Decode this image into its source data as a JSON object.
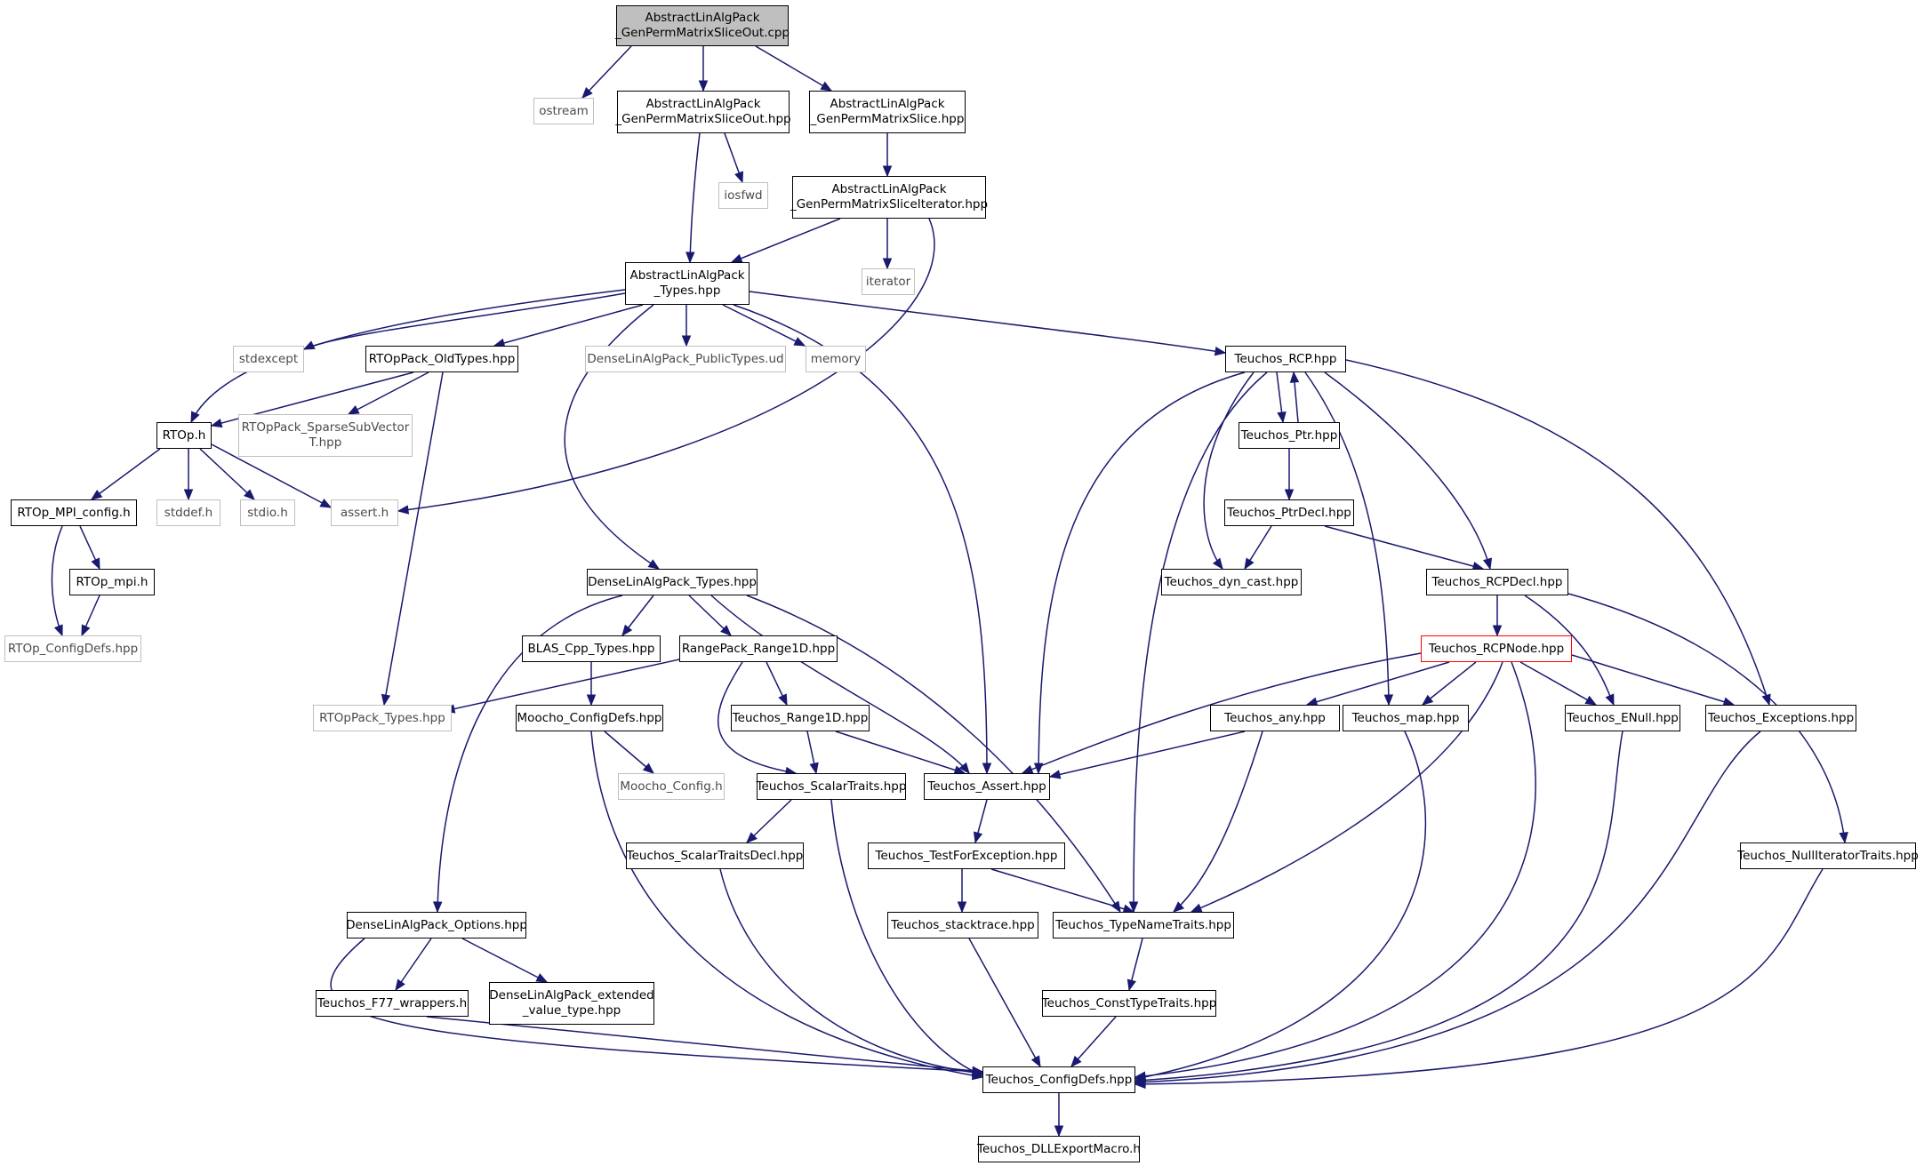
{
  "colors": {
    "edge": "#191970",
    "node_border": "#000000",
    "external_border": "#bfbfbf",
    "root_fill": "#bfbfbf",
    "highlight_border": "#ff0000"
  },
  "nodes": [
    {
      "id": "root",
      "lines": [
        "AbstractLinAlgPack",
        "_GenPermMatrixSliceOut.cpp"
      ],
      "kind": "root"
    },
    {
      "id": "ostream",
      "lines": [
        "ostream"
      ],
      "kind": "ext"
    },
    {
      "id": "out_hpp",
      "lines": [
        "AbstractLinAlgPack",
        "_GenPermMatrixSliceOut.hpp"
      ],
      "kind": "normal"
    },
    {
      "id": "slice_hpp",
      "lines": [
        "AbstractLinAlgPack",
        "_GenPermMatrixSlice.hpp"
      ],
      "kind": "normal"
    },
    {
      "id": "iosfwd",
      "lines": [
        "iosfwd"
      ],
      "kind": "ext"
    },
    {
      "id": "iter_hpp",
      "lines": [
        "AbstractLinAlgPack",
        "_GenPermMatrixSliceIterator.hpp"
      ],
      "kind": "normal"
    },
    {
      "id": "types_hpp",
      "lines": [
        "AbstractLinAlgPack",
        "_Types.hpp"
      ],
      "kind": "normal"
    },
    {
      "id": "iterator",
      "lines": [
        "iterator"
      ],
      "kind": "ext"
    },
    {
      "id": "stdexcept",
      "lines": [
        "stdexcept"
      ],
      "kind": "ext"
    },
    {
      "id": "rtop_oldtypes",
      "lines": [
        "RTOpPack_OldTypes.hpp"
      ],
      "kind": "normal"
    },
    {
      "id": "dense_public",
      "lines": [
        "DenseLinAlgPack_PublicTypes.ud"
      ],
      "kind": "ext"
    },
    {
      "id": "memory",
      "lines": [
        "memory"
      ],
      "kind": "ext"
    },
    {
      "id": "rcp_hpp",
      "lines": [
        "Teuchos_RCP.hpp"
      ],
      "kind": "normal"
    },
    {
      "id": "rtop_h",
      "lines": [
        "RTOp.h"
      ],
      "kind": "normal"
    },
    {
      "id": "sparse_sub",
      "lines": [
        "RTOpPack_SparseSubVector",
        "T.hpp"
      ],
      "kind": "ext"
    },
    {
      "id": "ptr_hpp",
      "lines": [
        "Teuchos_Ptr.hpp"
      ],
      "kind": "normal"
    },
    {
      "id": "mpi_config",
      "lines": [
        "RTOp_MPI_config.h"
      ],
      "kind": "normal"
    },
    {
      "id": "stddef",
      "lines": [
        "stddef.h"
      ],
      "kind": "ext"
    },
    {
      "id": "stdio",
      "lines": [
        "stdio.h"
      ],
      "kind": "ext"
    },
    {
      "id": "assert_h",
      "lines": [
        "assert.h"
      ],
      "kind": "ext"
    },
    {
      "id": "ptrdecl",
      "lines": [
        "Teuchos_PtrDecl.hpp"
      ],
      "kind": "normal"
    },
    {
      "id": "rtop_mpi",
      "lines": [
        "RTOp_mpi.h"
      ],
      "kind": "normal"
    },
    {
      "id": "dense_types",
      "lines": [
        "DenseLinAlgPack_Types.hpp"
      ],
      "kind": "normal"
    },
    {
      "id": "dyn_cast",
      "lines": [
        "Teuchos_dyn_cast.hpp"
      ],
      "kind": "normal"
    },
    {
      "id": "rcpdecl",
      "lines": [
        "Teuchos_RCPDecl.hpp"
      ],
      "kind": "normal"
    },
    {
      "id": "rtop_configdefs",
      "lines": [
        "RTOp_ConfigDefs.hpp"
      ],
      "kind": "ext"
    },
    {
      "id": "blas",
      "lines": [
        "BLAS_Cpp_Types.hpp"
      ],
      "kind": "normal"
    },
    {
      "id": "range1d_pack",
      "lines": [
        "RangePack_Range1D.hpp"
      ],
      "kind": "normal"
    },
    {
      "id": "rcpnode",
      "lines": [
        "Teuchos_RCPNode.hpp"
      ],
      "kind": "red"
    },
    {
      "id": "rtoppack_types",
      "lines": [
        "RTOpPack_Types.hpp"
      ],
      "kind": "ext"
    },
    {
      "id": "moocho_configdefs",
      "lines": [
        "Moocho_ConfigDefs.hpp"
      ],
      "kind": "normal"
    },
    {
      "id": "teuchos_range1d",
      "lines": [
        "Teuchos_Range1D.hpp"
      ],
      "kind": "normal"
    },
    {
      "id": "any",
      "lines": [
        "Teuchos_any.hpp"
      ],
      "kind": "normal"
    },
    {
      "id": "map",
      "lines": [
        "Teuchos_map.hpp"
      ],
      "kind": "normal"
    },
    {
      "id": "enull",
      "lines": [
        "Teuchos_ENull.hpp"
      ],
      "kind": "normal"
    },
    {
      "id": "exceptions",
      "lines": [
        "Teuchos_Exceptions.hpp"
      ],
      "kind": "normal"
    },
    {
      "id": "moocho_config",
      "lines": [
        "Moocho_Config.h"
      ],
      "kind": "ext"
    },
    {
      "id": "scalartraits",
      "lines": [
        "Teuchos_ScalarTraits.hpp"
      ],
      "kind": "normal"
    },
    {
      "id": "assert_hpp",
      "lines": [
        "Teuchos_Assert.hpp"
      ],
      "kind": "normal"
    },
    {
      "id": "scalartraitsdecl",
      "lines": [
        "Teuchos_ScalarTraitsDecl.hpp"
      ],
      "kind": "normal"
    },
    {
      "id": "testforexc",
      "lines": [
        "Teuchos_TestForException.hpp"
      ],
      "kind": "normal"
    },
    {
      "id": "nulliter",
      "lines": [
        "Teuchos_NullIteratorTraits.hpp"
      ],
      "kind": "normal"
    },
    {
      "id": "dense_options",
      "lines": [
        "DenseLinAlgPack_Options.hpp"
      ],
      "kind": "normal"
    },
    {
      "id": "stacktrace",
      "lines": [
        "Teuchos_stacktrace.hpp"
      ],
      "kind": "normal"
    },
    {
      "id": "typenametraits",
      "lines": [
        "Teuchos_TypeNameTraits.hpp"
      ],
      "kind": "normal"
    },
    {
      "id": "f77",
      "lines": [
        "Teuchos_F77_wrappers.h"
      ],
      "kind": "normal"
    },
    {
      "id": "dense_extended",
      "lines": [
        "DenseLinAlgPack_extended",
        "_value_type.hpp"
      ],
      "kind": "normal"
    },
    {
      "id": "consttypetraits",
      "lines": [
        "Teuchos_ConstTypeTraits.hpp"
      ],
      "kind": "normal"
    },
    {
      "id": "configdefs",
      "lines": [
        "Teuchos_ConfigDefs.hpp"
      ],
      "kind": "normal"
    },
    {
      "id": "dllexport",
      "lines": [
        "Teuchos_DLLExportMacro.h"
      ],
      "kind": "normal"
    }
  ]
}
